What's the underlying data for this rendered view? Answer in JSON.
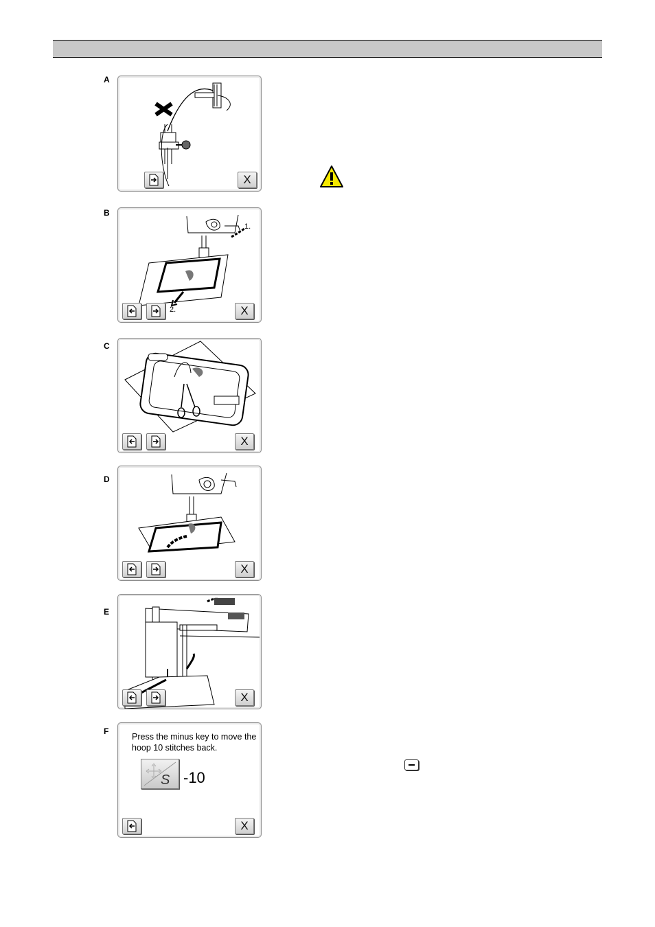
{
  "page": {
    "header_title": ""
  },
  "icons": {
    "warning": "warning-triangle-icon",
    "minus_key": "minus-key-icon",
    "next": "page-next-icon",
    "previous": "page-previous-icon",
    "close": "close-x-icon"
  },
  "colors": {
    "header_bar": "#c8c8c8",
    "warning_fill": "#f5e800"
  },
  "panels": {
    "a": {
      "letter": "A",
      "close_label": "X"
    },
    "b": {
      "letter": "B",
      "close_label": "X",
      "callout_1": "1.",
      "callout_2": "2."
    },
    "c": {
      "letter": "C",
      "close_label": "X"
    },
    "d": {
      "letter": "D",
      "close_label": "X"
    },
    "e": {
      "letter": "E",
      "close_label": "X"
    },
    "f": {
      "letter": "F",
      "close_label": "X",
      "message": "Press the minus key to move the hoop 10 stitches back.",
      "stitch_value": "-10"
    }
  }
}
